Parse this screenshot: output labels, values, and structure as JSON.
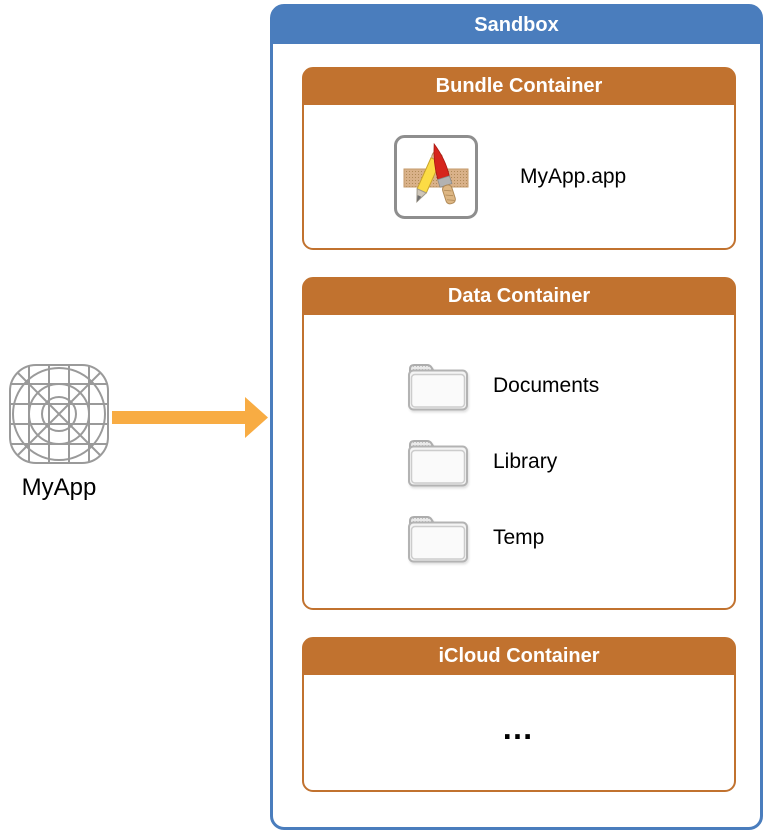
{
  "colors": {
    "sandbox_blue": "#4a7dbd",
    "container_orange": "#c1722f",
    "arrow_orange": "#f8ac43"
  },
  "sandbox": {
    "title": "Sandbox"
  },
  "bundle_container": {
    "title": "Bundle Container",
    "items": [
      {
        "icon": "app-bundle-icon",
        "label": "MyApp.app"
      }
    ]
  },
  "data_container": {
    "title": "Data Container",
    "items": [
      {
        "icon": "folder-icon",
        "label": "Documents"
      },
      {
        "icon": "folder-icon",
        "label": "Library"
      },
      {
        "icon": "folder-icon",
        "label": "Temp"
      }
    ]
  },
  "icloud_container": {
    "title": "iCloud Container",
    "placeholder": "…"
  },
  "app": {
    "icon": "app-icon-grid-template",
    "label": "MyApp"
  },
  "arrow": {
    "icon": "right-arrow"
  }
}
